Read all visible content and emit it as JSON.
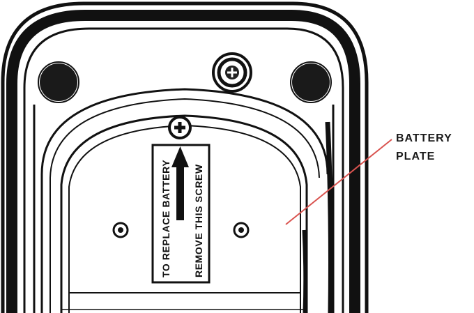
{
  "label_plate": {
    "instruction_line_1": "TO REPLACE BATTERY",
    "instruction_line_2": "REMOVE THIS SCREW"
  },
  "callout": {
    "line_1": "BATTERY",
    "line_2": "PLATE"
  },
  "colors": {
    "ink": "#111111",
    "callout_line": "#d9534f",
    "paper": "#ffffff"
  }
}
